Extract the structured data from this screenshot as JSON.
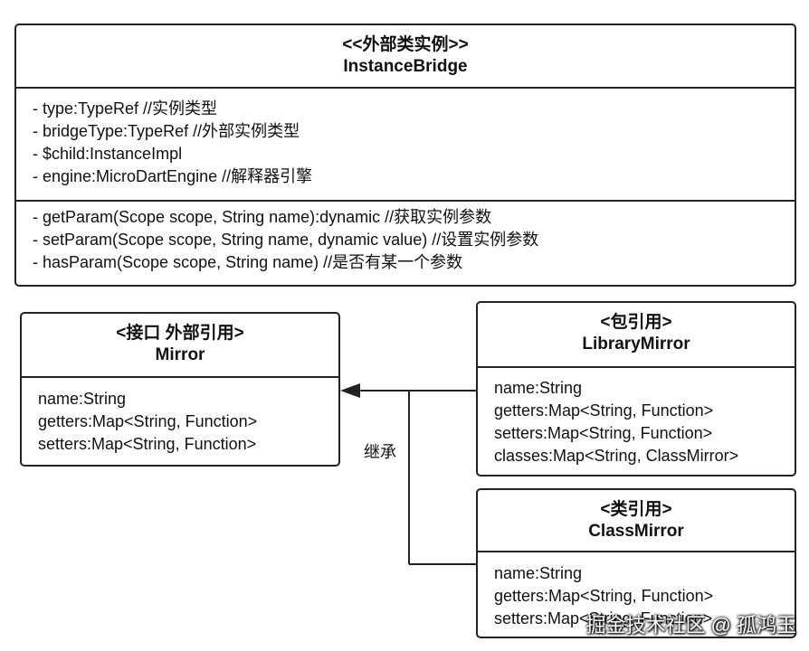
{
  "instance_bridge": {
    "stereotype": "<<外部类实例>>",
    "name": "InstanceBridge",
    "attributes": [
      "- type:TypeRef //实例类型",
      "- bridgeType:TypeRef //外部实例类型",
      "- $child:InstanceImpl",
      "- engine:MicroDartEngine //解释器引擎"
    ],
    "methods": [
      "- getParam(Scope scope, String name):dynamic //获取实例参数",
      "- setParam(Scope scope, String name, dynamic value) //设置实例参数",
      "- hasParam(Scope scope, String name) //是否有某一个参数"
    ]
  },
  "mirror": {
    "stereotype": "<接口 外部引用>",
    "name": "Mirror",
    "attributes": [
      "name:String",
      "getters:Map<String, Function>",
      "setters:Map<String, Function>"
    ]
  },
  "library_mirror": {
    "stereotype": "<包引用>",
    "name": "LibraryMirror",
    "attributes": [
      "name:String",
      "getters:Map<String, Function>",
      "setters:Map<String, Function>",
      "classes:Map<String, ClassMirror>"
    ]
  },
  "class_mirror": {
    "stereotype": "<类引用>",
    "name": "ClassMirror",
    "attributes": [
      "name:String",
      "getters:Map<String, Function>",
      "setters:Map<String, Function>"
    ]
  },
  "inherit_label": "继承",
  "watermark": "掘金技术社区 @ 孤鸿玉"
}
